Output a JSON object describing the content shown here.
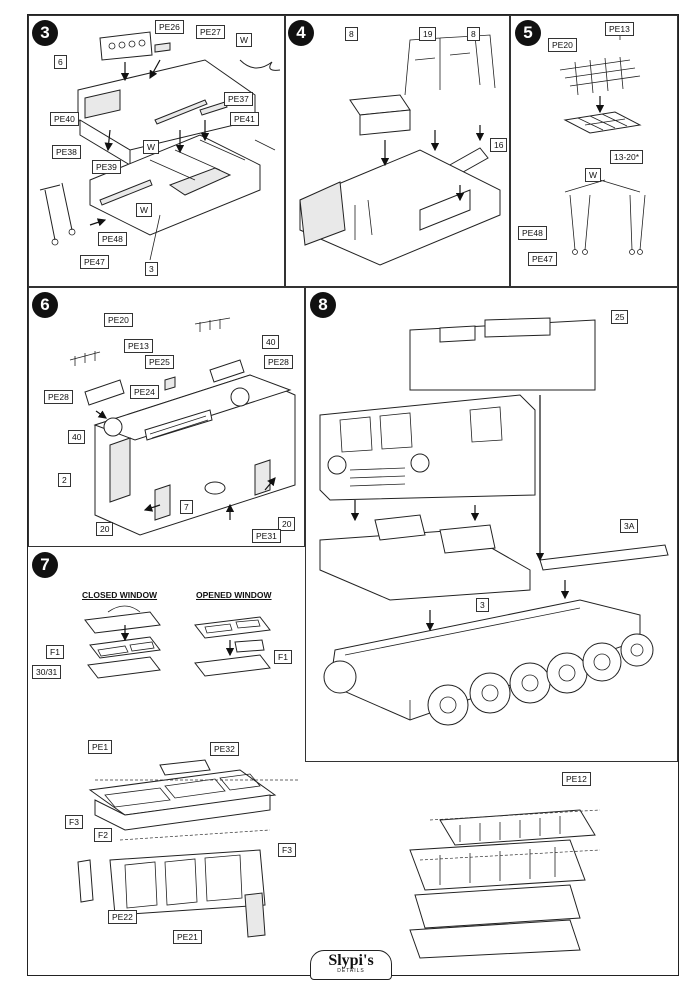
{
  "steps": [
    {
      "number": "3",
      "labels": [
        "PE26",
        "PE27",
        "W",
        "6",
        "PE37",
        "PE40",
        "PE41",
        "W",
        "PE38",
        "PE39",
        "W",
        "PE48",
        "PE47",
        "3"
      ]
    },
    {
      "number": "4",
      "labels": [
        "8",
        "19",
        "8",
        "16"
      ]
    },
    {
      "number": "5",
      "labels": [
        "PE13",
        "PE20",
        "13-20*",
        "W",
        "PE48",
        "PE47"
      ]
    },
    {
      "number": "6",
      "labels": [
        "PE20",
        "PE13",
        "PE25",
        "40",
        "PE28",
        "PE24",
        "PE28",
        "40",
        "2",
        "7",
        "20",
        "20",
        "PE31"
      ]
    },
    {
      "number": "7",
      "labels": [
        "F1",
        "30/31",
        "F1",
        "PE1",
        "PE32",
        "F3",
        "F2",
        "F3",
        "PE22",
        "PE21",
        "PE12"
      ],
      "titles": {
        "closed": "CLOSED WINDOW",
        "opened": "OPENED WINDOW"
      }
    },
    {
      "number": "8",
      "labels": [
        "25",
        "3A",
        "3"
      ]
    }
  ],
  "logo": {
    "brand": "Slypi's",
    "sub": "DETAILS"
  }
}
